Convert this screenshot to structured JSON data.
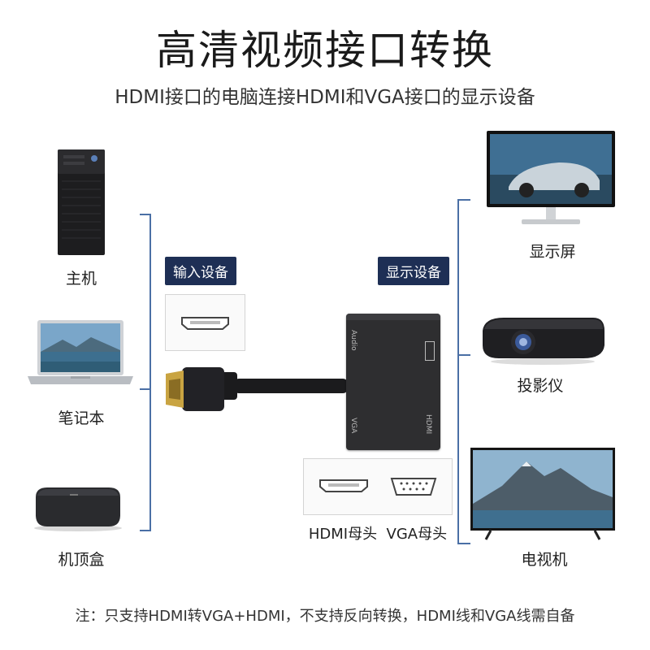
{
  "header": {
    "title": "高清视频接口转换",
    "subtitle": "HDMI接口的电脑连接HDMI和VGA接口的显示设备"
  },
  "inputs": {
    "badge": "输入设备",
    "devices": [
      {
        "label": "主机",
        "icon": "desktop-tower-icon"
      },
      {
        "label": "笔记本",
        "icon": "laptop-icon"
      },
      {
        "label": "机顶盒",
        "icon": "set-top-box-icon"
      }
    ]
  },
  "outputs": {
    "badge": "显示设备",
    "devices": [
      {
        "label": "显示屏",
        "icon": "monitor-icon"
      },
      {
        "label": "投影仪",
        "icon": "projector-icon"
      },
      {
        "label": "电视机",
        "icon": "tv-icon"
      }
    ]
  },
  "adapter": {
    "port_labels": [
      "Audio",
      "HDMI",
      "VGA"
    ],
    "connector_caption": "HDMI母头  VGA母头"
  },
  "note": "注：只支持HDMI转VGA+HDMI，不支持反向转换，HDMI线和VGA线需自备",
  "colors": {
    "badge_bg": "#1e2f55",
    "bracket": "#4a6fa5",
    "adapter_body": "#2e2e30"
  }
}
